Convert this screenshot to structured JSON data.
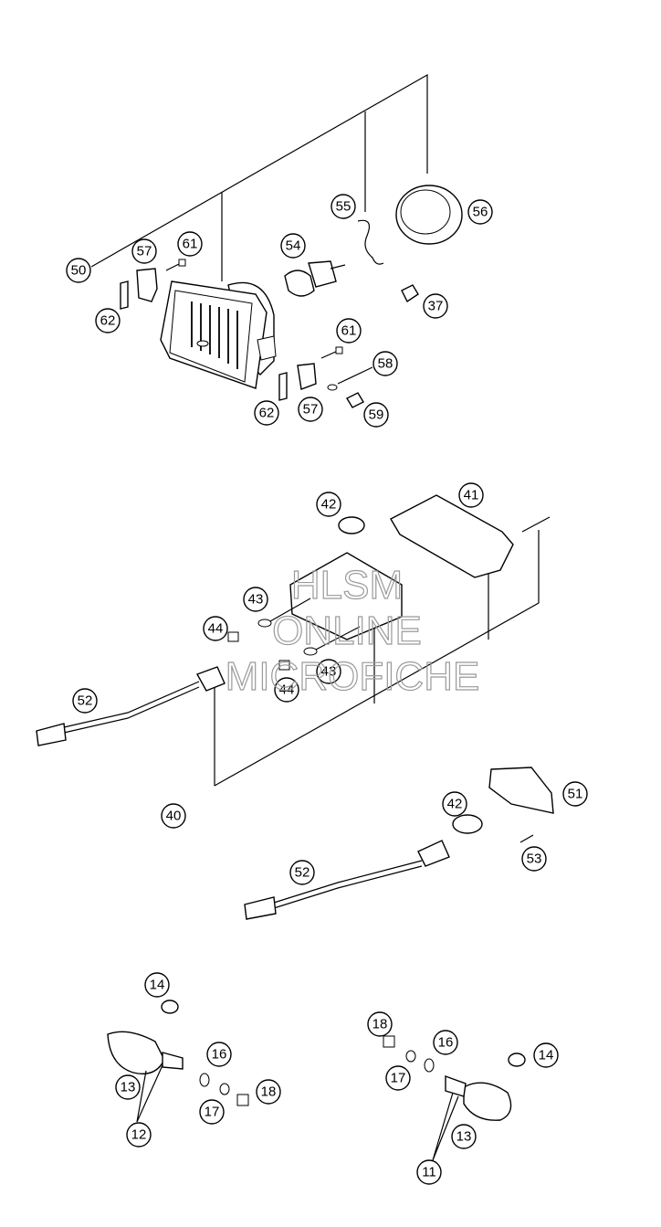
{
  "watermark": {
    "line1": "HLSM",
    "line2": "ONLINE",
    "line3": "MICROFICHE"
  },
  "callouts": [
    {
      "id": "c50",
      "label": "50"
    },
    {
      "id": "c57a",
      "label": "57"
    },
    {
      "id": "c61a",
      "label": "61"
    },
    {
      "id": "c62a",
      "label": "62"
    },
    {
      "id": "c54",
      "label": "54"
    },
    {
      "id": "c55",
      "label": "55"
    },
    {
      "id": "c56",
      "label": "56"
    },
    {
      "id": "c37",
      "label": "37"
    },
    {
      "id": "c61b",
      "label": "61"
    },
    {
      "id": "c58",
      "label": "58"
    },
    {
      "id": "c59",
      "label": "59"
    },
    {
      "id": "c62b",
      "label": "62"
    },
    {
      "id": "c57b",
      "label": "57"
    },
    {
      "id": "c42a",
      "label": "42"
    },
    {
      "id": "c41",
      "label": "41"
    },
    {
      "id": "c43a",
      "label": "43"
    },
    {
      "id": "c44a",
      "label": "44"
    },
    {
      "id": "c44b",
      "label": "44"
    },
    {
      "id": "c43b",
      "label": "43"
    },
    {
      "id": "c52a",
      "label": "52"
    },
    {
      "id": "c40",
      "label": "40"
    },
    {
      "id": "c42b",
      "label": "42"
    },
    {
      "id": "c51",
      "label": "51"
    },
    {
      "id": "c53",
      "label": "53"
    },
    {
      "id": "c52b",
      "label": "52"
    },
    {
      "id": "c14a",
      "label": "14"
    },
    {
      "id": "c16a",
      "label": "16"
    },
    {
      "id": "c13a",
      "label": "13"
    },
    {
      "id": "c18a",
      "label": "18"
    },
    {
      "id": "c17a",
      "label": "17"
    },
    {
      "id": "c12",
      "label": "12"
    },
    {
      "id": "c18b",
      "label": "18"
    },
    {
      "id": "c16b",
      "label": "16"
    },
    {
      "id": "c14b",
      "label": "14"
    },
    {
      "id": "c17b",
      "label": "17"
    },
    {
      "id": "c13b",
      "label": "13"
    },
    {
      "id": "c11",
      "label": "11"
    }
  ]
}
